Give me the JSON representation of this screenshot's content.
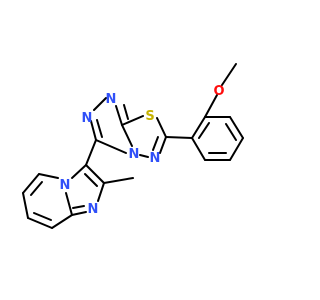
{
  "molecule": {
    "atoms": {
      "oxygen": "O",
      "sulfur": "S",
      "nitrogen_1": "N",
      "nitrogen_2": "N",
      "nitrogen_3": "N",
      "nitrogen_4": "N",
      "nitrogen_5": "N",
      "nitrogen_6": "N"
    },
    "colors": {
      "bond": "#000000",
      "oxygen": "#FF0D0D",
      "sulfur": "#C6B300",
      "nitrogen": "#3050F8"
    }
  }
}
